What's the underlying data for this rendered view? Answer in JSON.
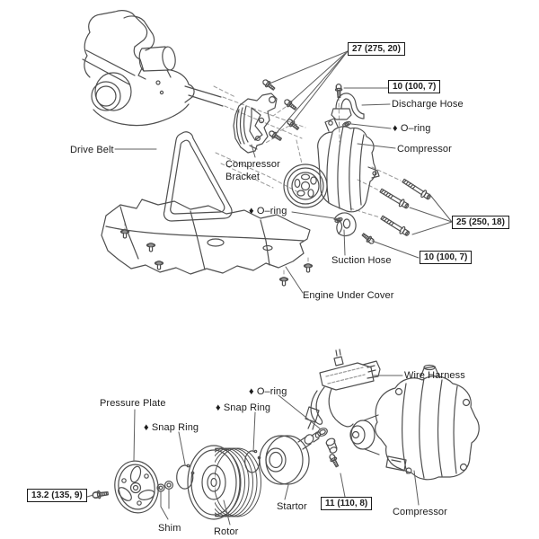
{
  "page": {
    "colors": {
      "background": "#ffffff",
      "line_color": "#4f4f4f",
      "dash_color": "#9a9a9a",
      "leader_color": "#5f5f5f",
      "text_color": "#1c1c1c",
      "box_border_color": "#1a1a1a"
    }
  },
  "top_diagram": {
    "part_labels": {
      "drive_belt": "Drive Belt",
      "compressor_bracket": "Compressor Bracket",
      "discharge_hose": "Discharge Hose",
      "o_ring_upper": "♦ O–ring",
      "compressor": "Compressor",
      "o_ring_mid": "♦ O–ring",
      "suction_hose": "Suction Hose",
      "engine_under_cover": "Engine Under Cover"
    },
    "torque_specs": {
      "bracket_bolts": "27 (275, 20)",
      "discharge_hose_bolt": "10 (100, 7)",
      "compressor_bolts": "25 (250, 18)",
      "suction_hose_bolt": "10 (100, 7)"
    }
  },
  "bottom_diagram": {
    "part_labels": {
      "wire_harness": "Wire Harness",
      "pressure_plate": "Pressure Plate",
      "snap_ring_front": "♦ Snap Ring",
      "snap_ring_rear": "♦ Snap Ring",
      "o_ring": "♦ O–ring",
      "shim": "Shim",
      "rotor": "Rotor",
      "startor": "Startor",
      "compressor": "Compressor"
    },
    "torque_specs": {
      "shaft_bolt": "13.2 (135, 9)",
      "stator_bolt": "11 (110, 8)"
    }
  }
}
